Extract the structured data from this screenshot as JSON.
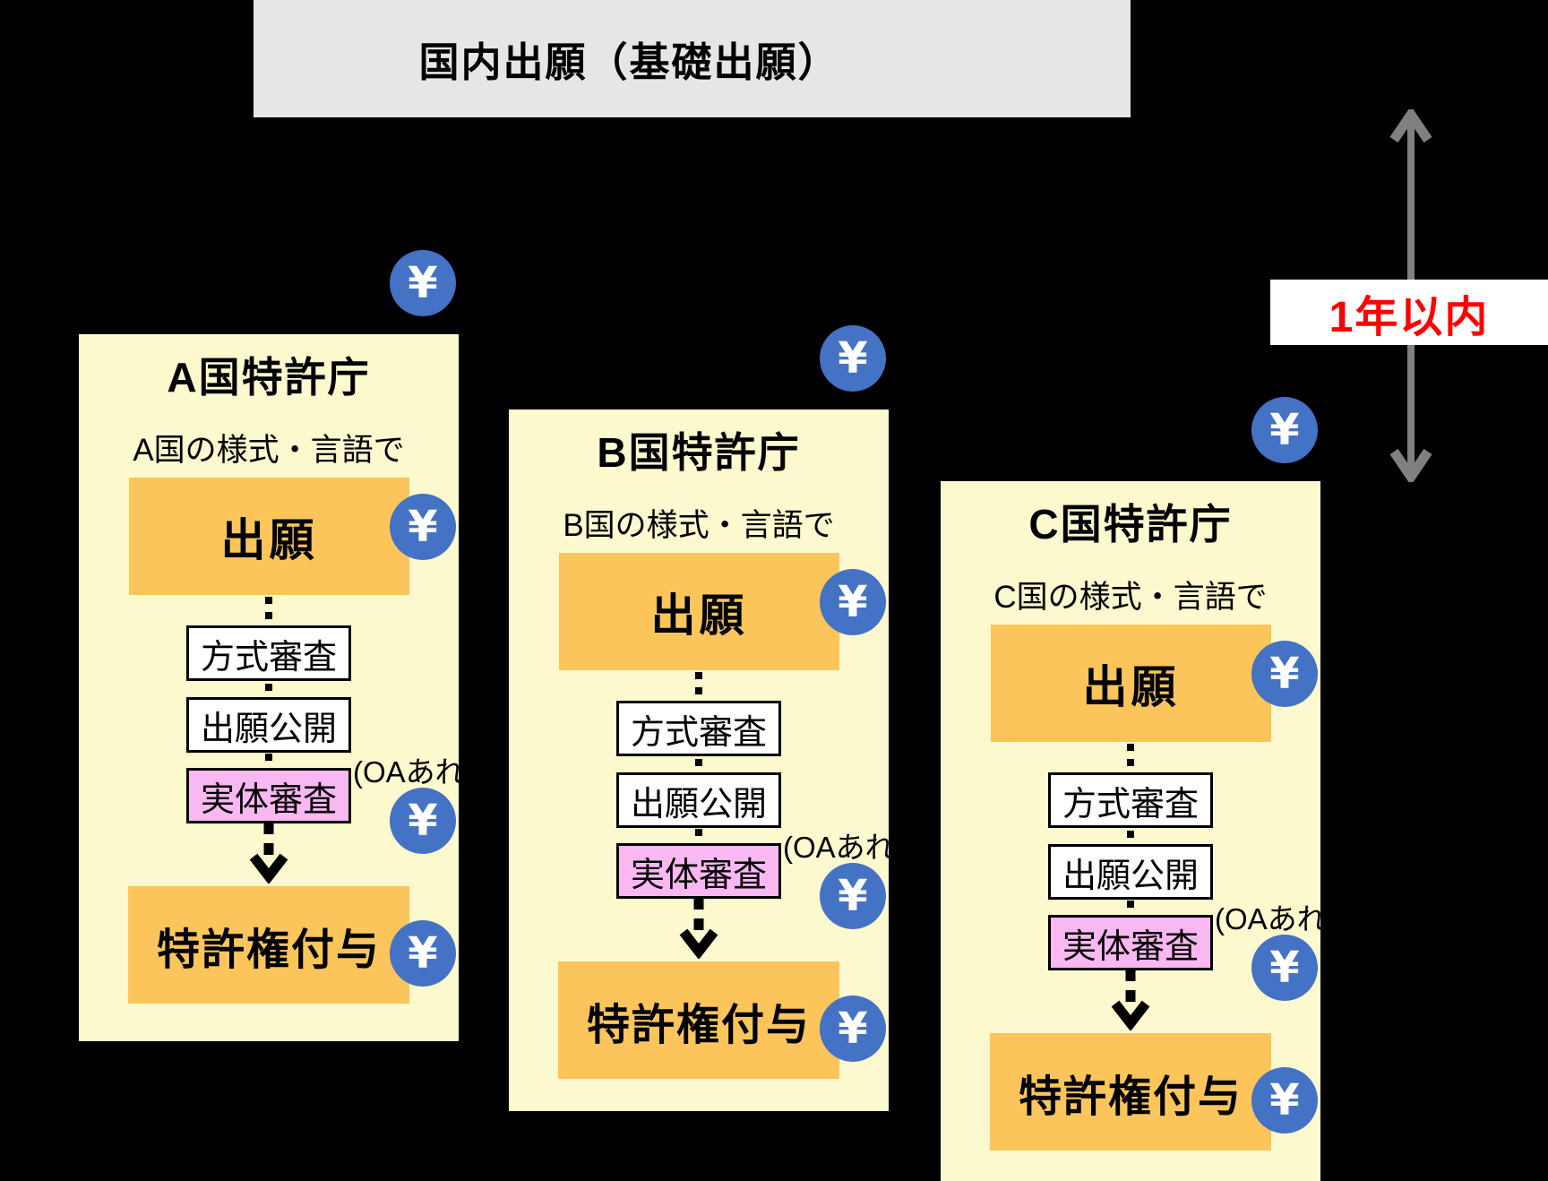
{
  "banner": {
    "title": "国内出願（基礎出願）"
  },
  "priority_period": {
    "label": "1年以内"
  },
  "offices": [
    {
      "title": "A国特許庁",
      "subtitle": "A国の様式・言語で",
      "application": "出願",
      "formality_exam": "方式審査",
      "publication": "出願公開",
      "substantive_exam": "実体審査",
      "grant": "特許権付与",
      "oa_note": "(OAあれ",
      "yen": "¥"
    },
    {
      "title": "B国特許庁",
      "subtitle": "B国の様式・言語で",
      "application": "出願",
      "formality_exam": "方式審査",
      "publication": "出願公開",
      "substantive_exam": "実体審査",
      "grant": "特許権付与",
      "oa_note": "(OAあれ",
      "yen": "¥"
    },
    {
      "title": "C国特許庁",
      "subtitle": "C国の様式・言語で",
      "application": "出願",
      "formality_exam": "方式審査",
      "publication": "出願公開",
      "substantive_exam": "実体審査",
      "grant": "特許権付与",
      "oa_note": "(OAあれ",
      "yen": "¥"
    }
  ],
  "colors": {
    "background": "#000000",
    "banner_gray": "#E7E6E6",
    "panel_yellow": "#FCF9CF",
    "highlight_orange": "#FBC55C",
    "substantive_pink": "#F9B8F2",
    "fee_badge_blue": "#4472C4",
    "period_red": "#FF0000",
    "arrow_gray": "#808080"
  }
}
